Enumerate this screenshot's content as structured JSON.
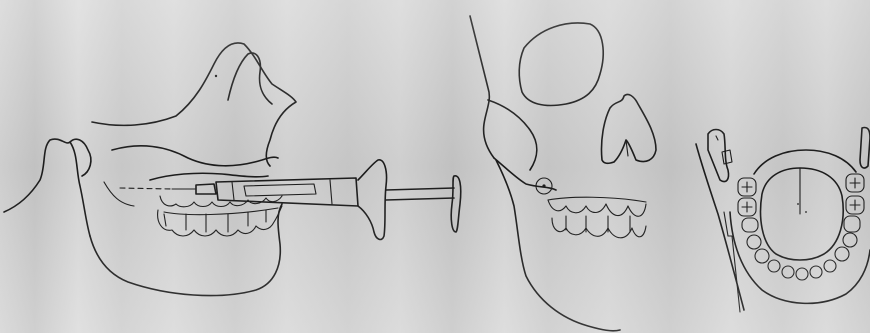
{
  "figure": {
    "panels": [
      "lateral-injection-view",
      "lateral-skull-view",
      "occlusal-view"
    ],
    "colors": {
      "ink": "#1c1c1c",
      "paper": "#d3d3d3"
    }
  }
}
